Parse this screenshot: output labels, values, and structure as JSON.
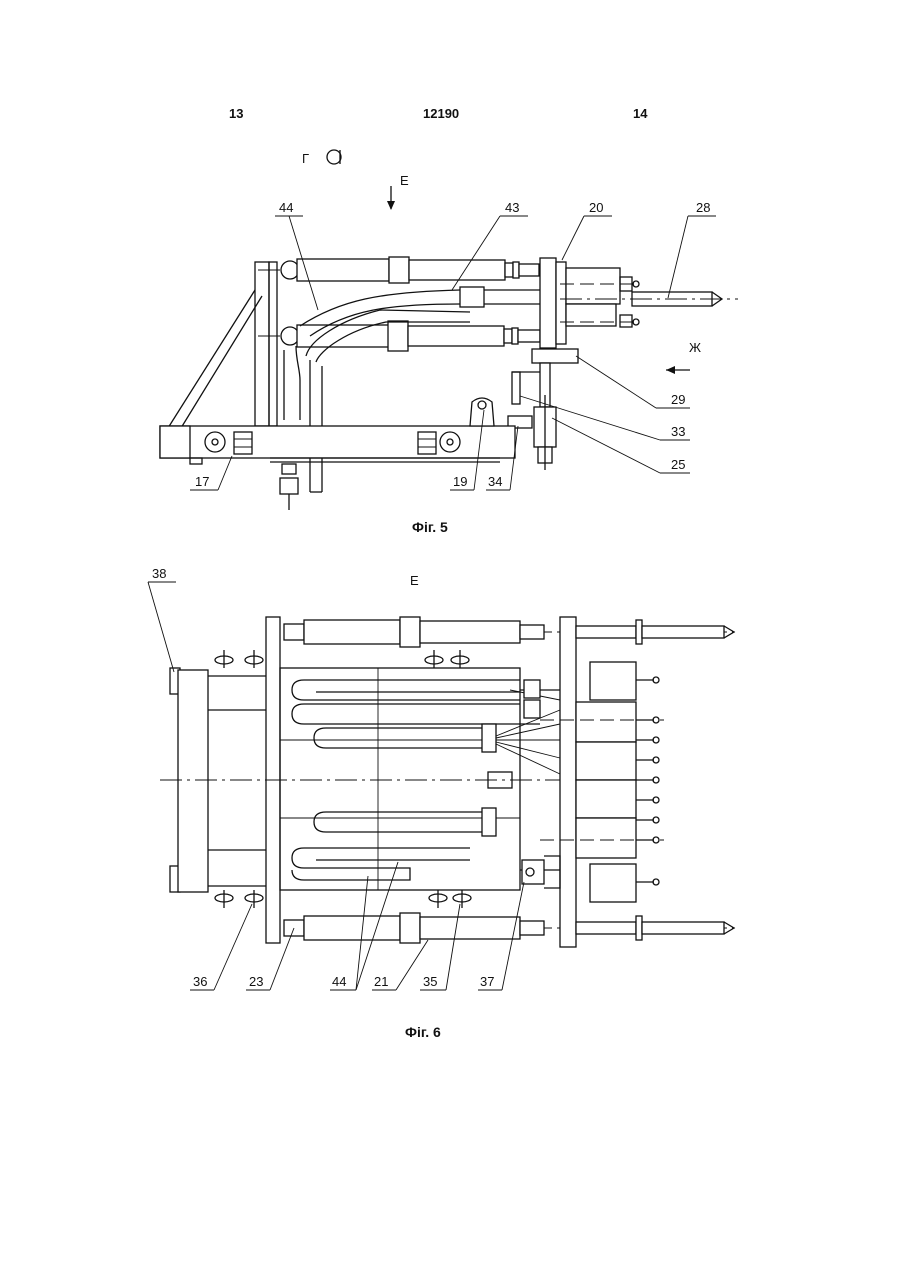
{
  "header": {
    "left_page": "13",
    "patent_number": "12190",
    "right_page": "14"
  },
  "fig5": {
    "view_label": "Г",
    "arrow_e": "Е",
    "arrow_zh": "Ж",
    "caption": "Фіг. 5",
    "callouts": [
      "44",
      "43",
      "20",
      "28",
      "29",
      "33",
      "25",
      "17",
      "19",
      "34"
    ]
  },
  "fig6": {
    "view_label": "Е",
    "caption": "Фіг. 6",
    "callouts": [
      "38",
      "36",
      "23",
      "44",
      "21",
      "35",
      "37"
    ]
  }
}
